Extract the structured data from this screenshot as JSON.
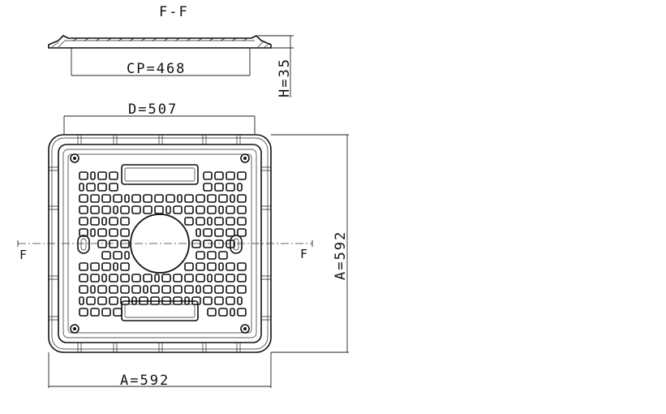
{
  "section_label": "F-F",
  "dimensions": {
    "clear_opening": "CP=468",
    "height": "H=35",
    "diameter": "D=507",
    "width_horizontal": "A=592",
    "width_vertical": "A=592"
  },
  "section_markers": {
    "left": "F",
    "right": "F"
  }
}
